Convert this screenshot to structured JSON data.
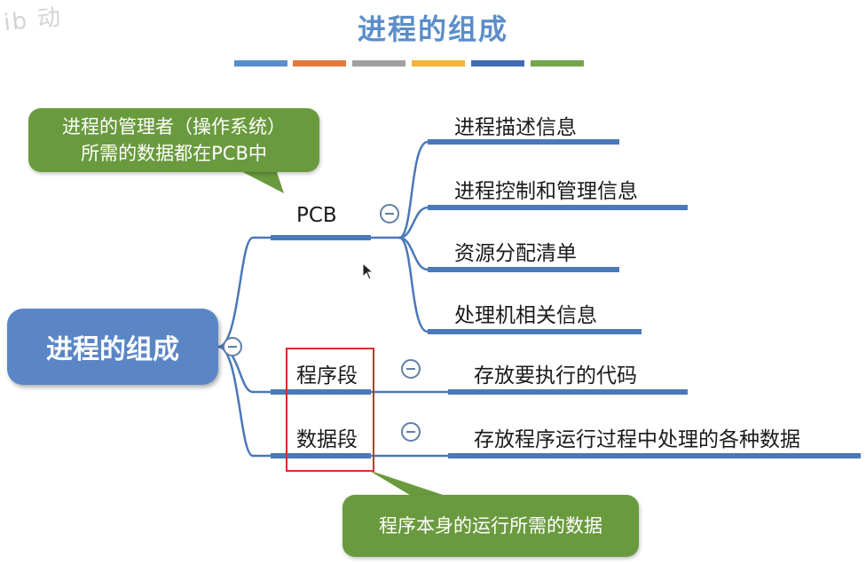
{
  "watermark": "ib 动",
  "title": "进程的组成",
  "color_bars": [
    "#5b8ec9",
    "#e07a3a",
    "#a0a0a0",
    "#f0b43c",
    "#3f6cb0",
    "#73a64a"
  ],
  "root": {
    "label": "进程的组成"
  },
  "branches": {
    "pcb": {
      "label": "PCB",
      "children": [
        "进程描述信息",
        "进程控制和管理信息",
        "资源分配清单",
        "处理机相关信息"
      ]
    },
    "program_segment": {
      "label": "程序段",
      "child": "存放要执行的代码"
    },
    "data_segment": {
      "label": "数据段",
      "child": "存放程序运行过程中处理的各种数据"
    }
  },
  "callouts": {
    "pcb_note": {
      "line1": "进程的管理者（操作系统）",
      "line2": "所需的数据都在PCB中"
    },
    "data_note": "程序本身的运行所需的数据"
  },
  "colors": {
    "title": "#5b8ec9",
    "root_fill": "#5a86c6",
    "connector": "#4a78b8",
    "callout_fill": "#6a9a3e",
    "highlight_border": "#d92c2c"
  }
}
